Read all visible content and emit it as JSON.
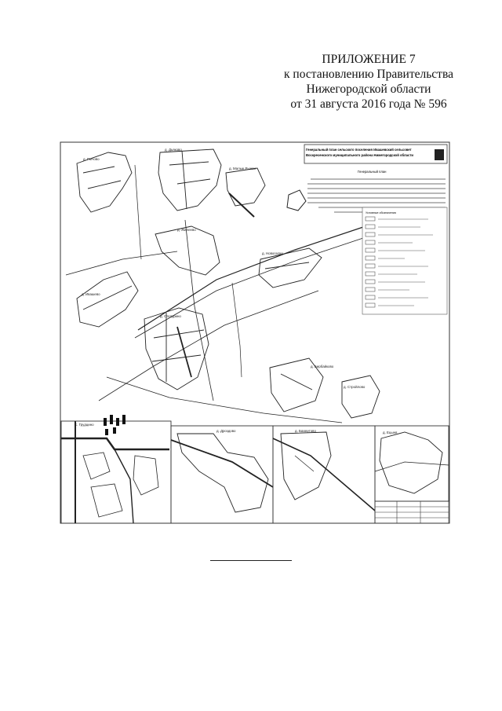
{
  "header": {
    "line1": "ПРИЛОЖЕНИЕ 7",
    "line2": "к постановлению Правительства",
    "line3": "Нижегородской области",
    "line4": "от 31 августа 2016 года № 596"
  },
  "map": {
    "title_line1": "Генеральный план сельского поселения Ивашевский сельсовет",
    "title_line2": "Воскресенского муниципального района Нижегородской области",
    "sheet_heading": "Генеральный план",
    "legend_heading": "Условные обозначения",
    "labels": {
      "ryzhovo": "д. Рычово",
      "dyakovo": "д. Дьяково",
      "malye_ryzhki": "д. Малые Рыжки",
      "ivashevo": "д. Ивашево",
      "novoselka": "д. Новоселки",
      "zhileovo": "д. Жилеево",
      "stepurino": "д. Степурино",
      "birbaikovo": "д. Бирбайково",
      "stroilovo": "д. Стройлово",
      "grudtsyno": "с. Грудцино",
      "drozdovo": "д. Дроздово",
      "bahmutovo": "д. Бахмутово",
      "yatsynino": "д. Ецыня"
    }
  }
}
